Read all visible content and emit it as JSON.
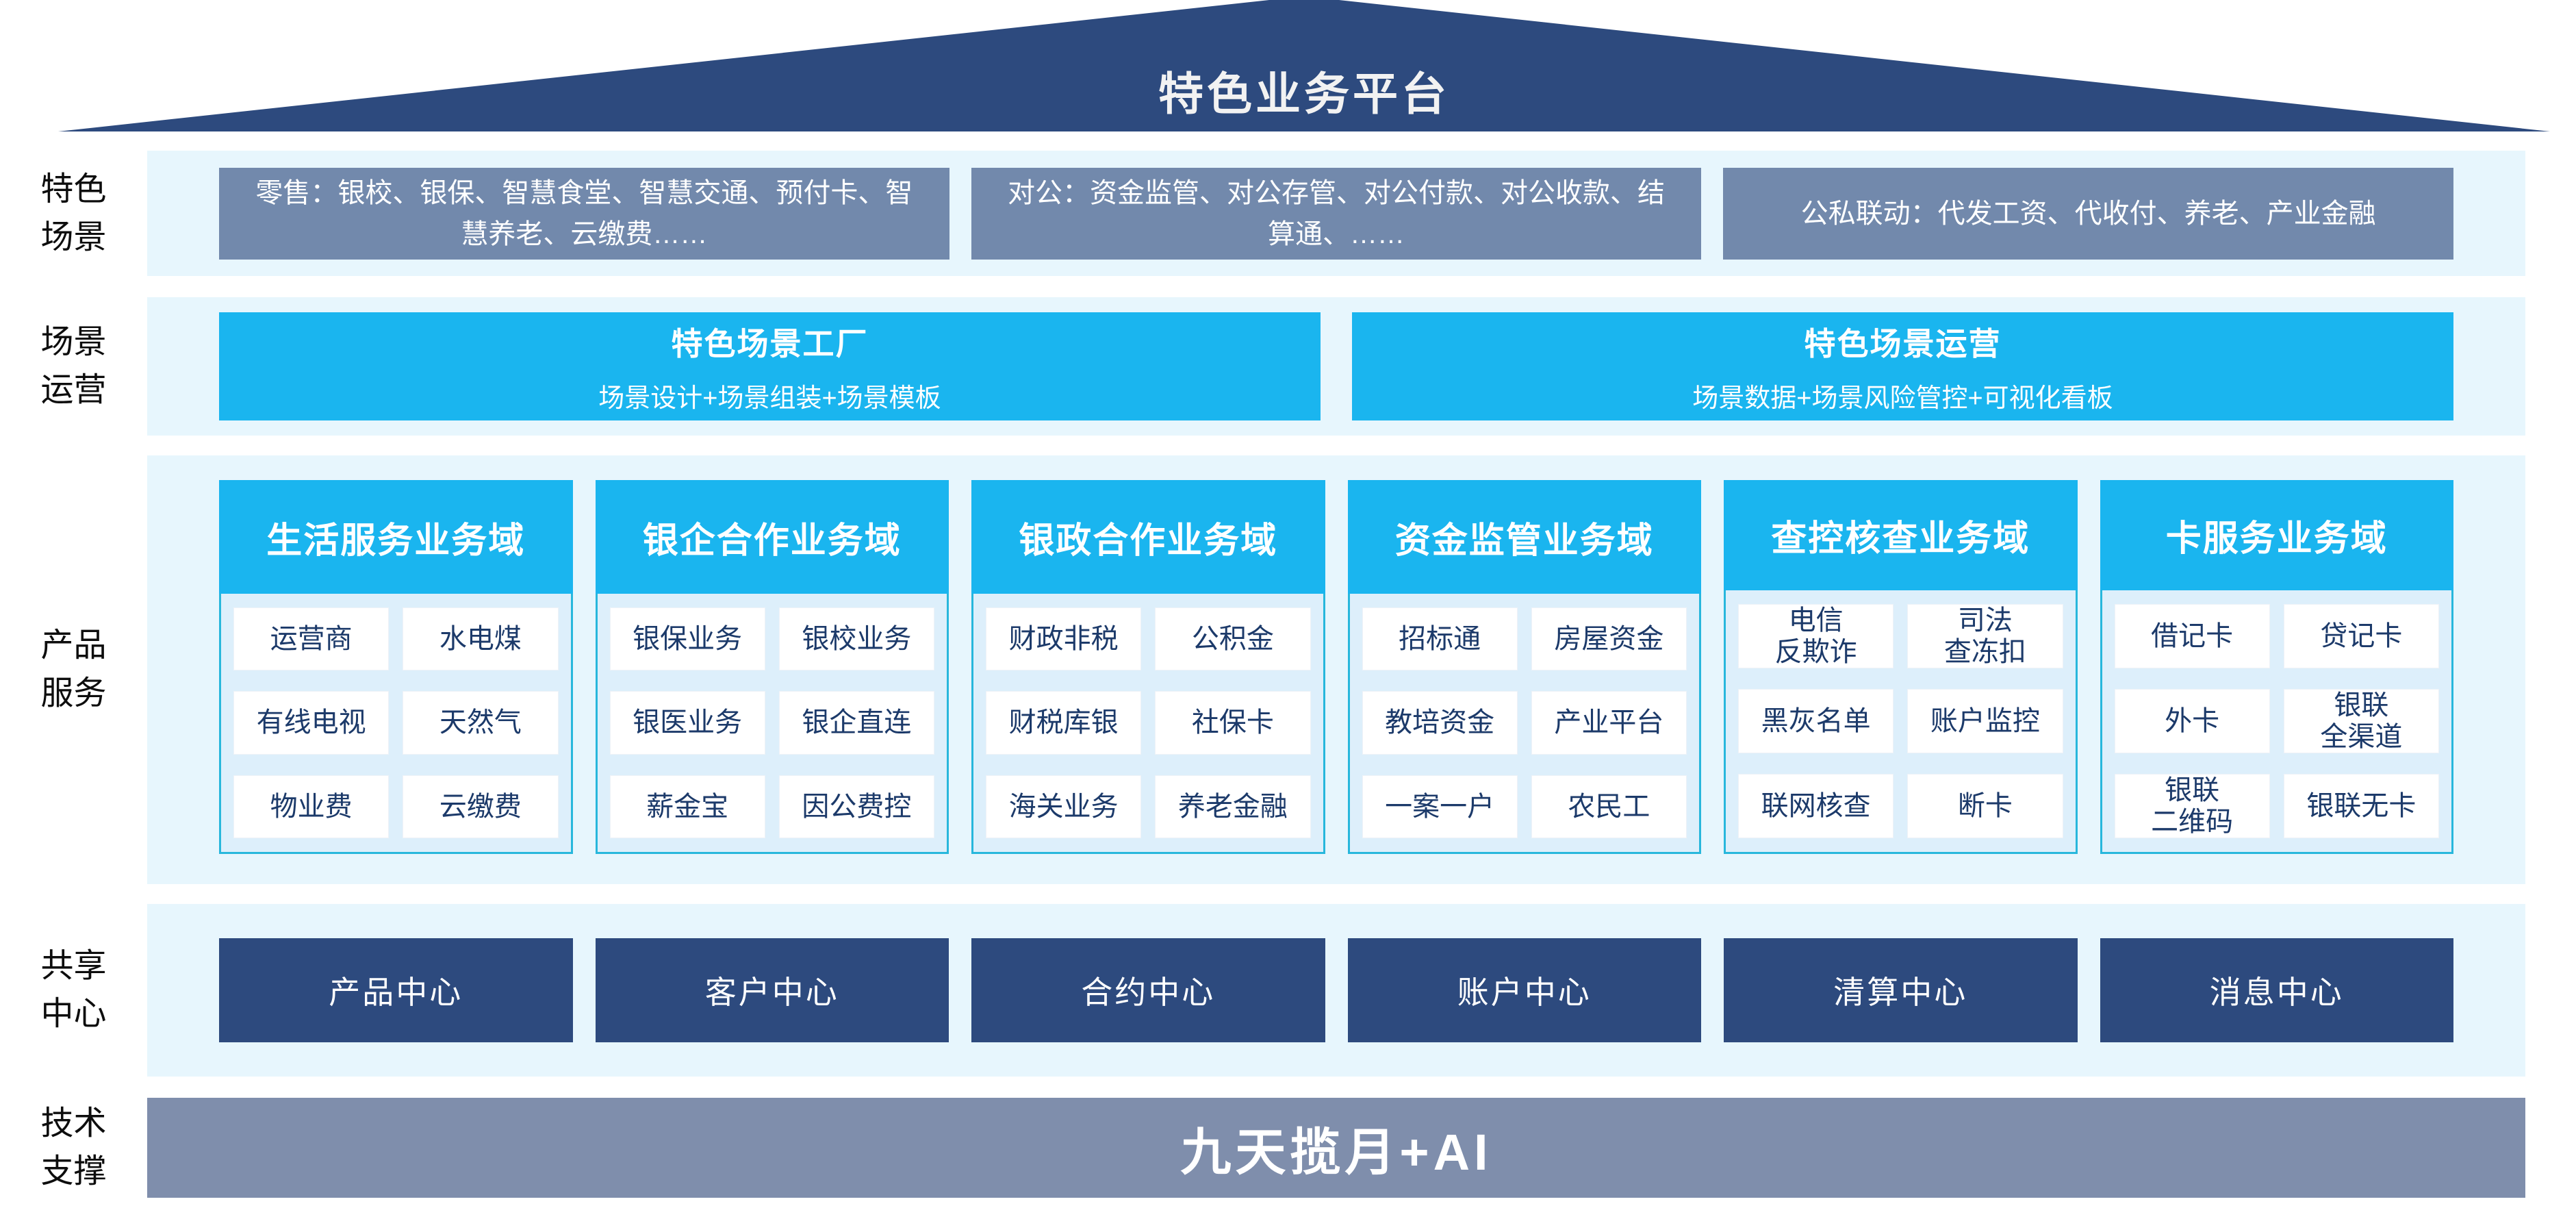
{
  "roof": {
    "title": "特色业务平台"
  },
  "side_labels": {
    "scenes": "特色\n场景",
    "operations": "场景\n运营",
    "products": "产品\n服务",
    "shared": "共享\n中心",
    "tech": "技术\n支撑"
  },
  "scenes": {
    "boxes": [
      "零售：银校、银保、智慧食堂、智慧交通、预付卡、智慧养老、云缴费……",
      "对公：资金监管、对公存管、对公付款、对公收款、结算通、……",
      "公私联动：代发工资、代收付、养老、产业金融"
    ]
  },
  "operations": {
    "boxes": [
      {
        "title": "特色场景工厂",
        "subtitle": "场景设计+场景组装+场景模板"
      },
      {
        "title": "特色场景运营",
        "subtitle": "场景数据+场景风险管控+可视化看板"
      }
    ]
  },
  "products": {
    "panels": [
      {
        "header": "生活服务业务域",
        "cells": [
          "运营商",
          "水电煤",
          "有线电视",
          "天然气",
          "物业费",
          "云缴费"
        ]
      },
      {
        "header": "银企合作业务域",
        "cells": [
          "银保业务",
          "银校业务",
          "银医业务",
          "银企直连",
          "薪金宝",
          "因公费控"
        ]
      },
      {
        "header": "银政合作业务域",
        "cells": [
          "财政非税",
          "公积金",
          "财税库银",
          "社保卡",
          "海关业务",
          "养老金融"
        ]
      },
      {
        "header": "资金监管业务域",
        "cells": [
          "招标通",
          "房屋资金",
          "教培资金",
          "产业平台",
          "一案一户",
          "农民工"
        ]
      },
      {
        "header": "查控核查业务域",
        "cells": [
          "电信\n反欺诈",
          "司法\n查冻扣",
          "黑灰名单",
          "账户监控",
          "联网核查",
          "断卡"
        ]
      },
      {
        "header": "卡服务业务域",
        "cells": [
          "借记卡",
          "贷记卡",
          "外卡",
          "银联\n全渠道",
          "银联\n二维码",
          "银联无卡"
        ]
      }
    ]
  },
  "shared": {
    "centers": [
      "产品中心",
      "客户中心",
      "合约中心",
      "账户中心",
      "清算中心",
      "消息中心"
    ]
  },
  "tech": {
    "bar": "九天揽月+AI"
  },
  "colors": {
    "navy": "#2d4a7e",
    "slate": "#7289ac",
    "cyan": "#1ab5ef",
    "band_bg": "#e7f6fd",
    "panel_body_bg": "#ddeffb",
    "panel_border": "#28b7dc",
    "cell_text": "#1c3a6a",
    "tech_bar_bg": "#7f8eac"
  }
}
